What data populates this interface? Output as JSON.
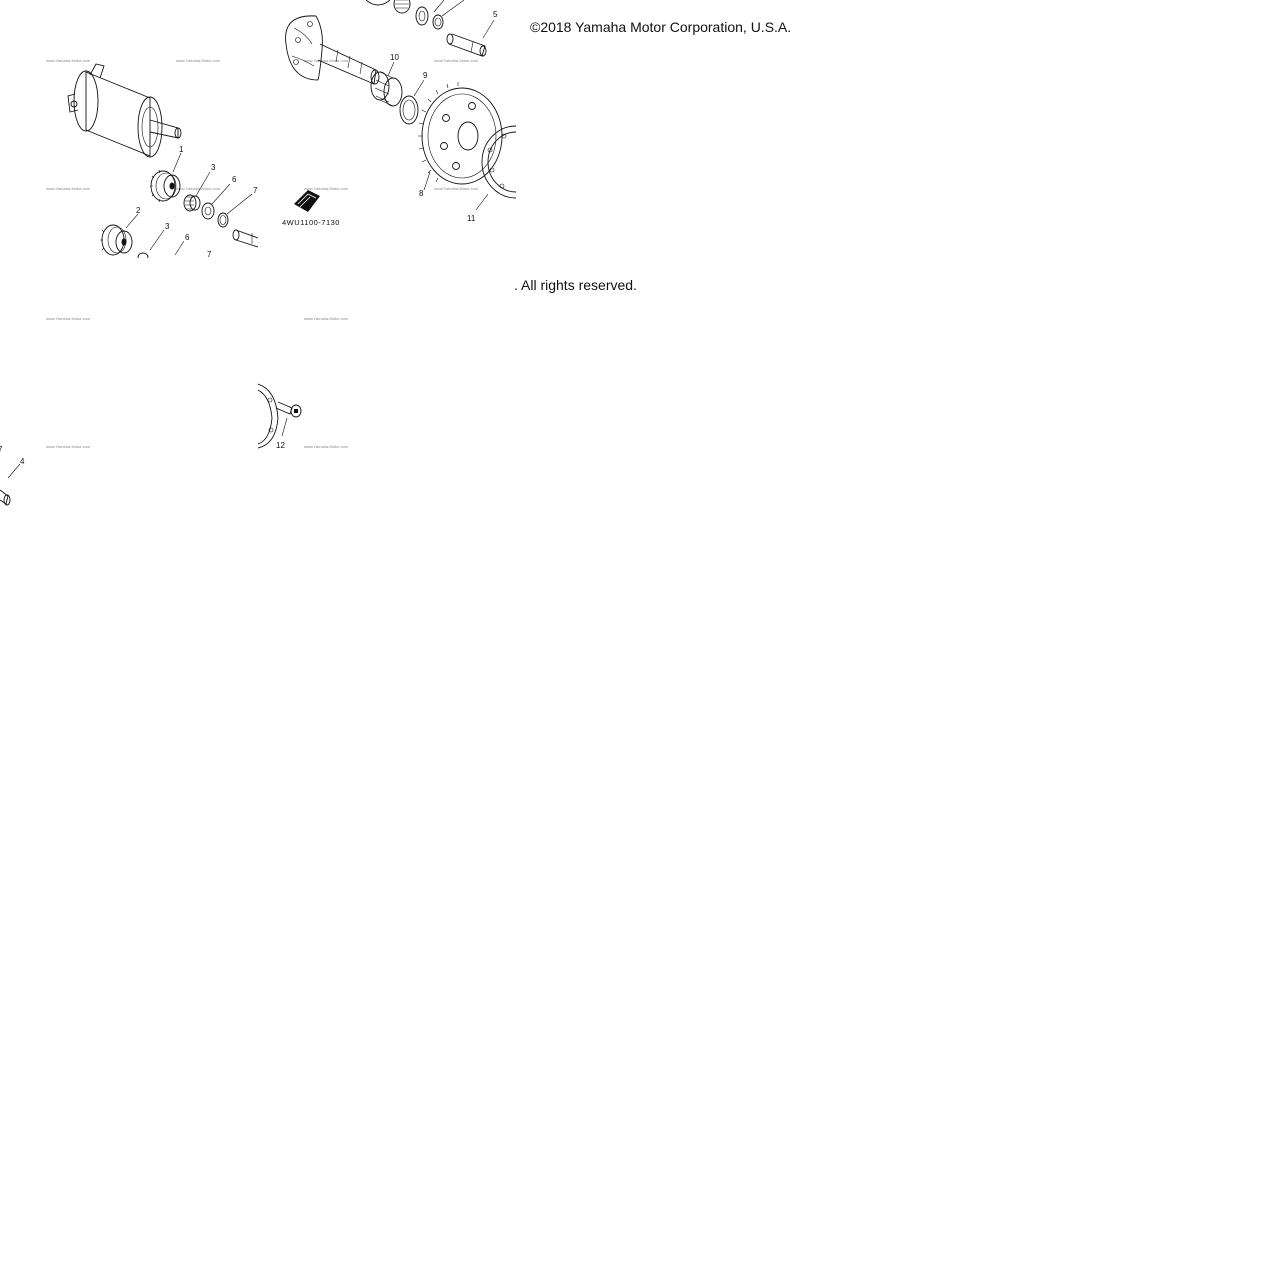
{
  "copyright": "©2018 Yamaha Motor Corporation, U.S.A.",
  "rights": ". All rights reserved.",
  "part_number": "4WU1100-7130",
  "watermark_text": "www.Yamaha-Motor.com",
  "callouts": {
    "c1": "1",
    "c2": "2",
    "c3a": "3",
    "c3b": "3",
    "c4": "4",
    "c5": "5",
    "c6a": "6",
    "c6b": "6",
    "c7a": "7",
    "c7b": "7",
    "c7c": "7",
    "c8": "8",
    "c9": "9",
    "c10": "10",
    "c11": "11",
    "c12": "12"
  },
  "colors": {
    "ink": "#111111",
    "background": "#ffffff",
    "watermark": "#888888"
  }
}
